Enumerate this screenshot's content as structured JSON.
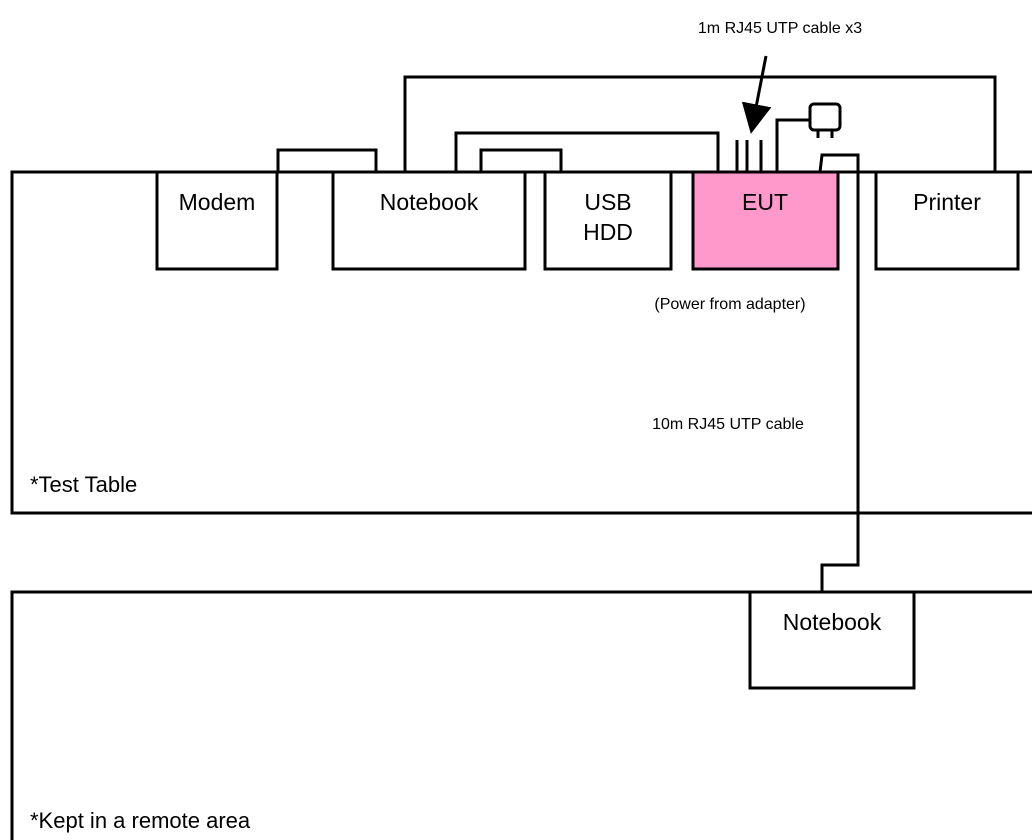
{
  "colors": {
    "eut_fill": "#FF99CC",
    "stroke": "#000000",
    "background": "#FFFFFF"
  },
  "icons": {
    "power_adapter": "power-adapter-plug-icon",
    "arrow": "pointer-arrow-icon"
  },
  "devices": {
    "modem": "Modem",
    "notebook": "Notebook",
    "usb_hdd_line1": "USB",
    "usb_hdd_line2": "HDD",
    "eut": "EUT",
    "printer": "Printer",
    "remote_notebook": "Notebook"
  },
  "annotations": {
    "cable_1m": "1m RJ45 UTP cable x3",
    "power": "(Power from adapter)",
    "cable_10m": "10m RJ45 UTP cable"
  },
  "tables": {
    "test_table": "*Test Table",
    "remote_area": "*Kept in a remote area"
  }
}
